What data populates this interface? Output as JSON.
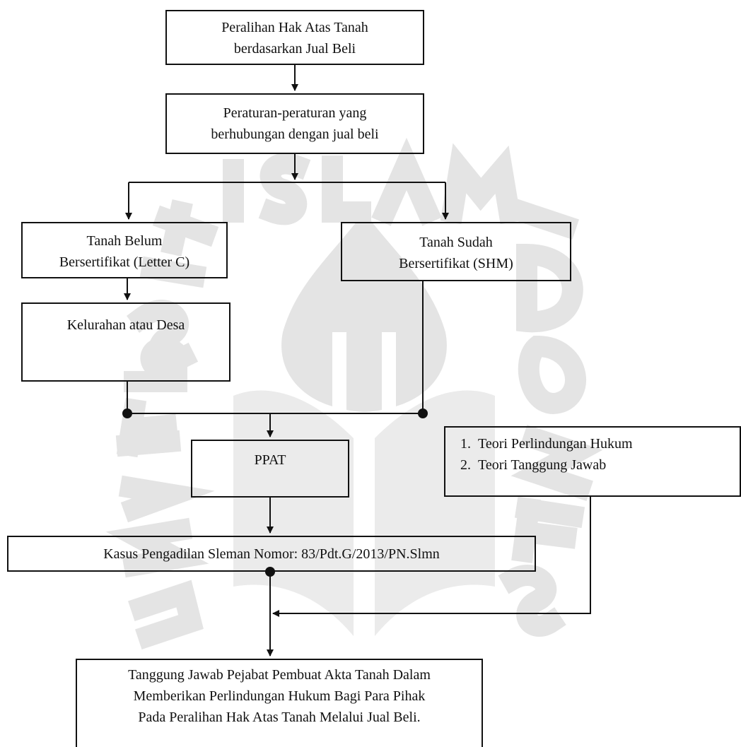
{
  "boxes": {
    "peralihan": [
      "Peralihan Hak Atas Tanah",
      "berdasarkan Jual Beli"
    ],
    "peraturan": [
      "Peraturan-peraturan yang",
      "berhubungan dengan jual beli"
    ],
    "belum": [
      "Tanah Belum",
      "Bersertifikat (Letter C)"
    ],
    "sudah": [
      "Tanah Sudah",
      "Bersertifikat (SHM)"
    ],
    "kelurahan": [
      "Kelurahan atau Desa"
    ],
    "ppat": [
      "PPAT"
    ],
    "teori": [
      {
        "num": "1.",
        "text": "Teori Perlindungan Hukum"
      },
      {
        "num": "2.",
        "text": "Teori Tanggung Jawab"
      }
    ],
    "kasus": [
      "Kasus Pengadilan Sleman Nomor: 83/Pdt.G/2013/PN.Slmn"
    ],
    "tanggung_jawab": [
      "Tanggung Jawab Pejabat Pembuat Akta Tanah Dalam",
      "Memberikan Perlindungan Hukum Bagi Para Pihak",
      "Pada Peralihan Hak Atas Tanah Melalui Jual Beli."
    ]
  },
  "watermark": {
    "text": "ISLAM INDONESIA UNIVERSITAS",
    "color": "#e2e2e2"
  }
}
